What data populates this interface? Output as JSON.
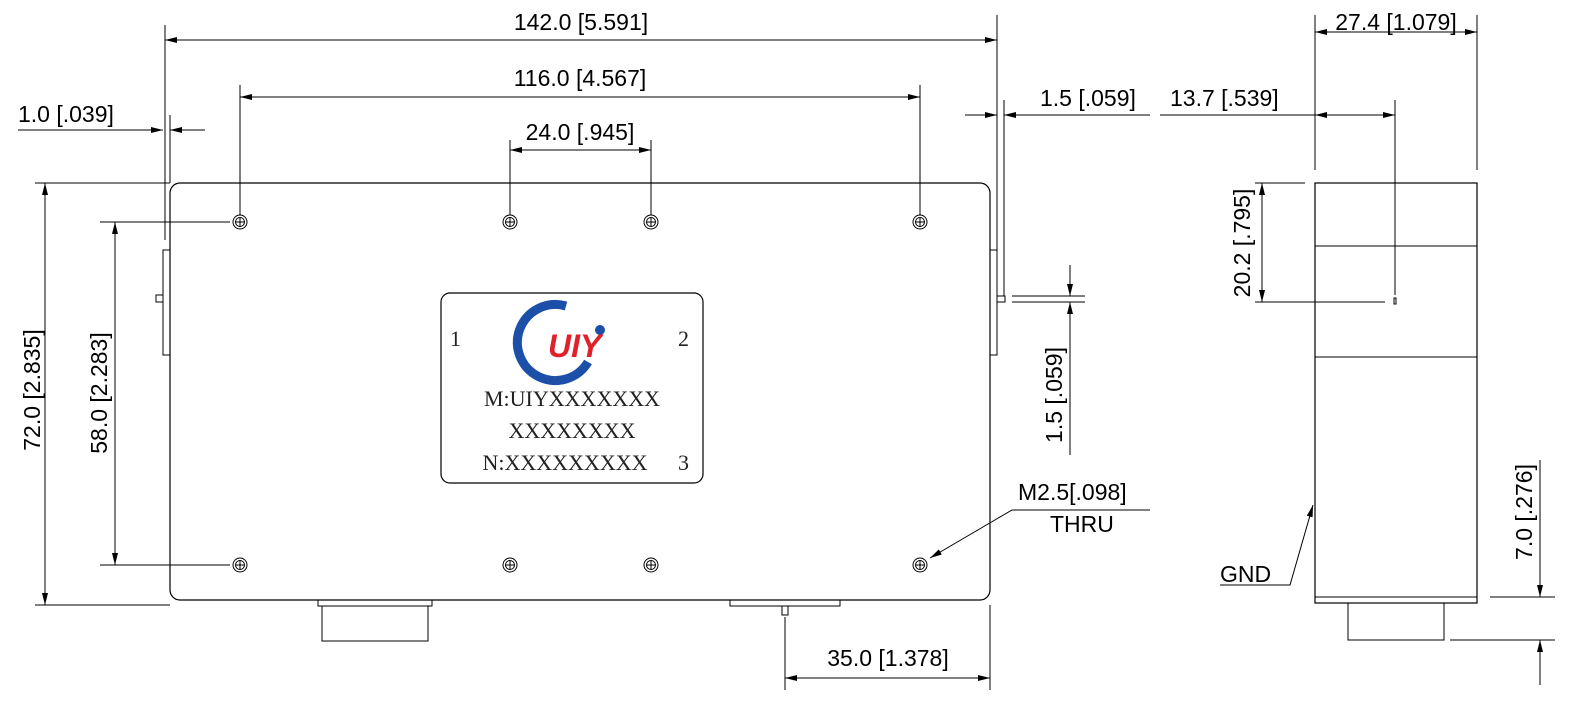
{
  "dimensions": {
    "overall_length": "142.0 [5.591]",
    "hole_spacing_x": "116.0 [4.567]",
    "inner_hole_spacing": "24.0 [.945]",
    "left_flange": "1.0 [.039]",
    "right_flange": "1.5 [.059]",
    "pin_offset_side": "13.7 [.539]",
    "overall_depth": "27.4 [1.079]",
    "overall_height": "72.0 [2.835]",
    "hole_spacing_y": "58.0 [2.283]",
    "pin_diameter": "1.5 [.059]",
    "pin_height": "20.2 [.795]",
    "connector_height": "7.0 [.276]",
    "connector_offset": "35.0 [1.378]"
  },
  "callouts": {
    "hole": "M2.5[.098]",
    "hole_type": "THRU",
    "ground": "GND"
  },
  "label": {
    "logo_text": "UIY",
    "port1": "1",
    "port2": "2",
    "port3": "3",
    "model": "M:UIYXXXXXXX",
    "model_line2": "XXXXXXXX",
    "serial": "N:XXXXXXXXX"
  },
  "colors": {
    "logo_blue": "#1c4fa8",
    "logo_red": "#e0202a"
  }
}
